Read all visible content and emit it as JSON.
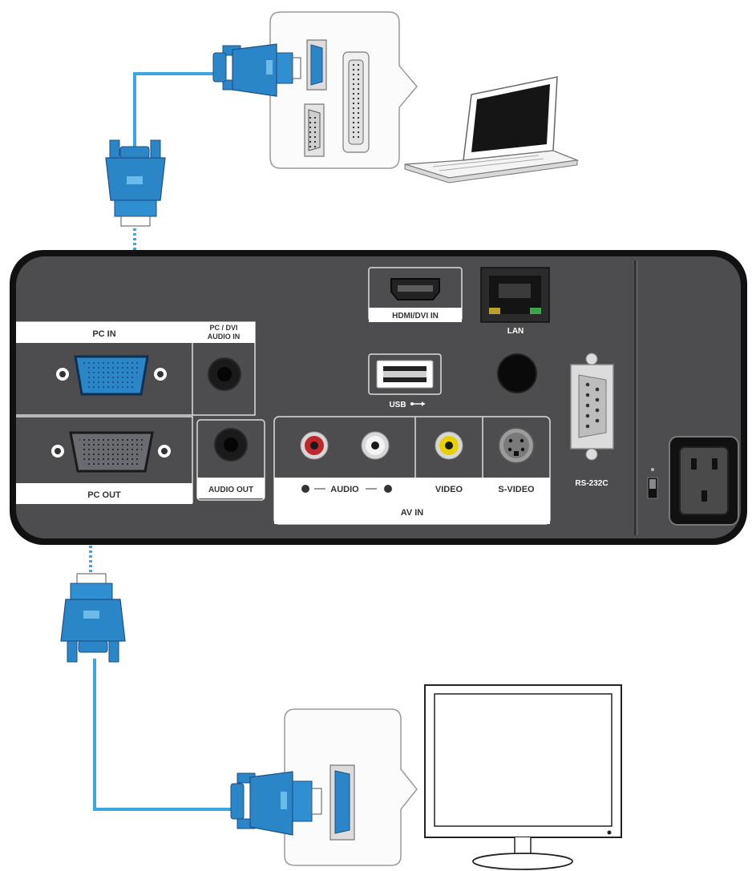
{
  "panel": {
    "pc_in": "PC IN",
    "pc_dvi_audio_in_line1": "PC / DVI",
    "pc_dvi_audio_in_line2": "AUDIO IN",
    "pc_out": "PC OUT",
    "audio_out": "AUDIO OUT",
    "hdmi_dvi_in": "HDMI/DVI IN",
    "lan": "LAN",
    "usb": "USB",
    "audio": "AUDIO",
    "video": "VIDEO",
    "s_video": "S-VIDEO",
    "av_in": "AV IN",
    "rs232c": "RS-232C"
  },
  "colors": {
    "panel_body": "#4d4d4f",
    "panel_border": "#111111",
    "cable": "#3ba7dd",
    "connector": "#2a86c7",
    "audio_red": "#c0272d",
    "video_yellow": "#e8d100"
  }
}
